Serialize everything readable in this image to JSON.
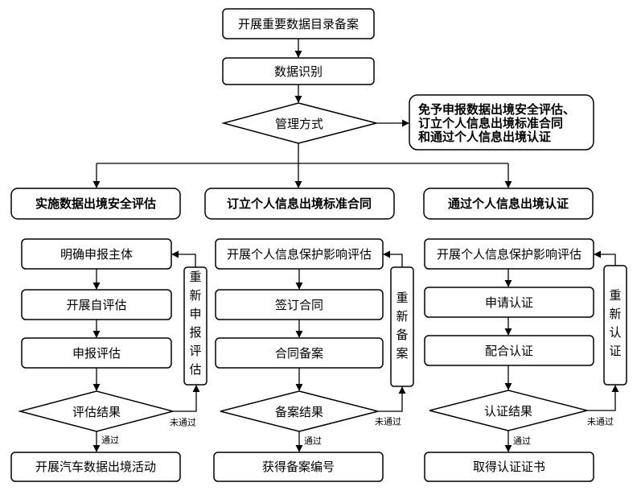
{
  "top": {
    "step1": "开展重要数据目录备案",
    "step2": "数据识别",
    "decision": "管理方式",
    "exempt_note": [
      "免予申报数据出境安全评估、",
      "订立个人信息出境标准合同",
      "和通过个人信息出境认证"
    ]
  },
  "branches": [
    {
      "title": "实施数据出境安全评估",
      "steps": [
        "明确申报主体",
        "开展自评估",
        "申报评估"
      ],
      "decision": "评估结果",
      "pass_label": "通过",
      "fail_label": "未通过",
      "loop_chars": [
        "重",
        "新",
        "申",
        "报",
        "评",
        "估"
      ],
      "result": "开展汽车数据出境活动"
    },
    {
      "title": "订立个人信息出境标准合同",
      "steps": [
        "开展个人信息保护影响评估",
        "签订合同",
        "合同备案"
      ],
      "decision": "备案结果",
      "pass_label": "通过",
      "fail_label": "未通过",
      "loop_chars": [
        "重",
        "新",
        "备",
        "案"
      ],
      "result": "获得备案编号"
    },
    {
      "title": "通过个人信息出境认证",
      "steps": [
        "开展个人信息保护影响评估",
        "申请认证",
        "配合认证"
      ],
      "decision": "认证结果",
      "pass_label": "通过",
      "fail_label": "未通过",
      "loop_chars": [
        "重",
        "新",
        "认",
        "证"
      ],
      "result": "取得认证证书"
    }
  ]
}
